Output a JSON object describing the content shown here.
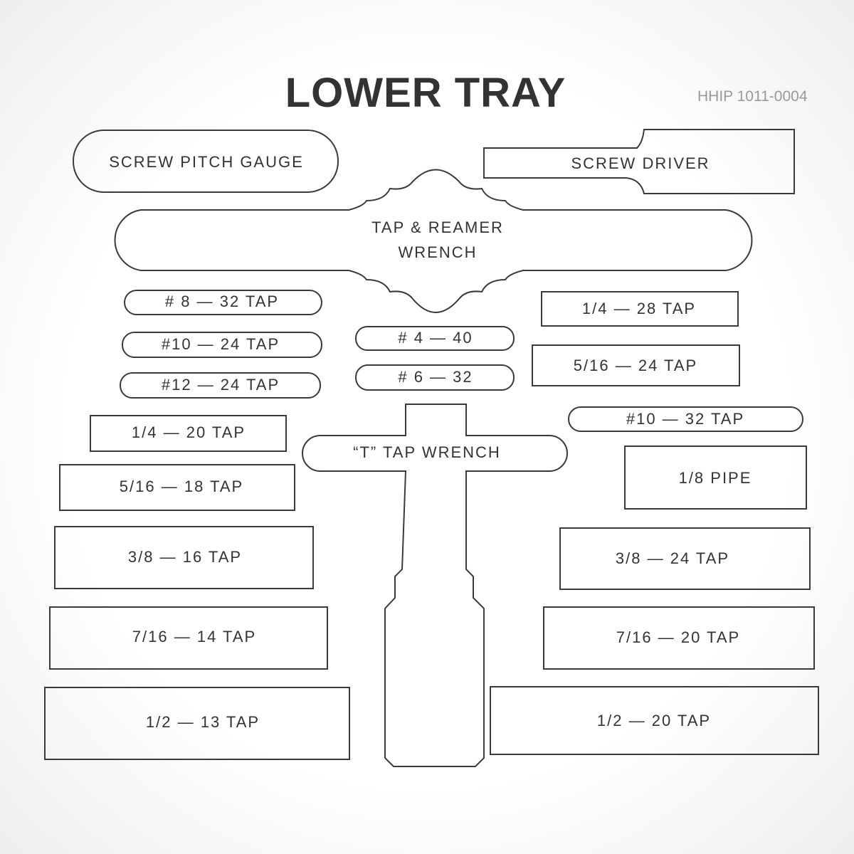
{
  "title": "LOWER TRAY",
  "part_number": "HHIP  1011-0004",
  "slots": {
    "screw_pitch_gauge": "SCREW  PITCH  GAUGE",
    "screw_driver": "SCREW  DRIVER",
    "tap_reamer_line1": "TAP  &  REAMER",
    "tap_reamer_line2": "WRENCH",
    "tap_8_32": "#  8 — 32  TAP",
    "tap_10_24": "#10 — 24  TAP",
    "tap_12_24": "#12 — 24  TAP",
    "tap_4_40": "# 4 — 40",
    "tap_6_32": "#  6 — 32",
    "tap_1_4_28": "1/4 — 28 TAP",
    "tap_5_16_24": "5/16 — 24 TAP",
    "tap_10_32": "#10 — 32  TAP",
    "tap_1_4_20": "1/4 — 20  TAP",
    "t_tap_wrench": "“T” TAP  WRENCH",
    "tap_5_16_18": "5/16 — 18  TAP",
    "pipe_1_8": "1/8  PIPE",
    "tap_3_8_16": "3/8 — 16  TAP",
    "tap_3_8_24": "3/8 — 24   TAP",
    "tap_7_16_14": "7/16 — 14  TAP",
    "tap_7_16_20": "7/16 — 20  TAP",
    "tap_1_2_13": "1/2 — 13  TAP",
    "tap_1_2_20": "1/2 — 20  TAP"
  }
}
